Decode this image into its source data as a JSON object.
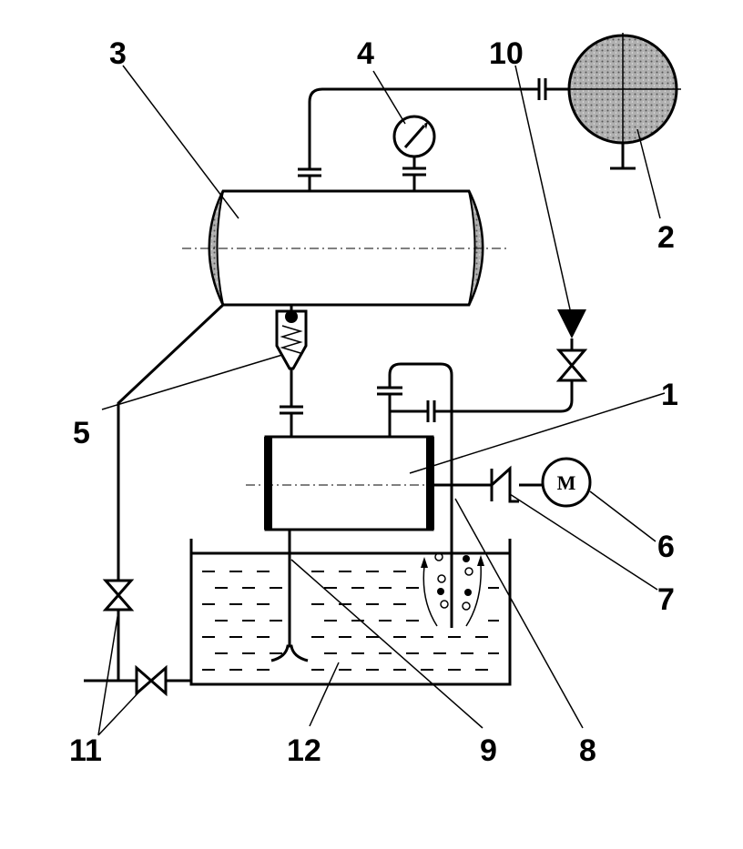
{
  "labels": {
    "n1": "1",
    "n2": "2",
    "n3": "3",
    "n4": "4",
    "n5": "5",
    "n6": "6",
    "n7": "7",
    "n8": "8",
    "n9": "9",
    "n10": "10",
    "n11": "11",
    "n12": "12"
  },
  "motor_symbol": "M",
  "colors": {
    "ink": "#000000",
    "background": "#ffffff",
    "shading": "#9a9a9a"
  }
}
